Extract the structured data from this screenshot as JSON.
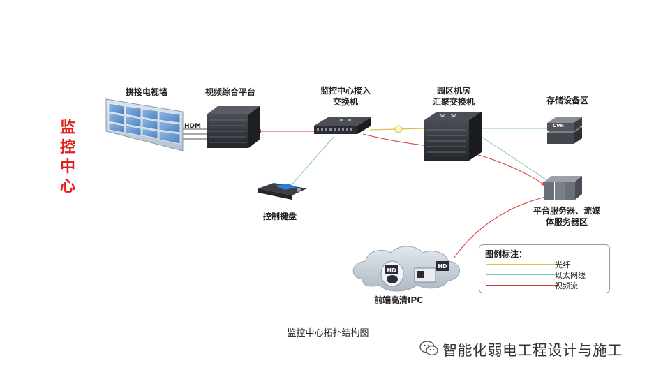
{
  "side_title": [
    "监",
    "控",
    "中",
    "心"
  ],
  "nodes": {
    "video_wall": "拼接电视墙",
    "video_platform": "视频综合平台",
    "access_switch": "监控中心接入\n交换机",
    "core_switch": "园区机房\n汇聚交换机",
    "storage": "存储设备区",
    "servers": "平台服务器、流媒\n体服务器区",
    "keyboard": "控制键盘",
    "ipc": "前端高清IPC"
  },
  "device_marks": {
    "hdmi": "HDM",
    "cvr": "CVR",
    "hd_badge_1": "HD",
    "hd_badge_2": "HD"
  },
  "legend": {
    "title": "图例标注：",
    "items": [
      {
        "label": "光纤",
        "color": "#d8c24a"
      },
      {
        "label": "以太网线",
        "color": "#7fc9a8"
      },
      {
        "label": "视频流",
        "color": "#d63a3a"
      }
    ]
  },
  "caption": "监控中心拓扑结构图",
  "watermark": "智能化弱电工程设计与施工",
  "colors": {
    "side_title": "#e0201a",
    "fiber": "#d8c24a",
    "ethernet": "#7fc9a8",
    "video_stream": "#d63a3a"
  }
}
